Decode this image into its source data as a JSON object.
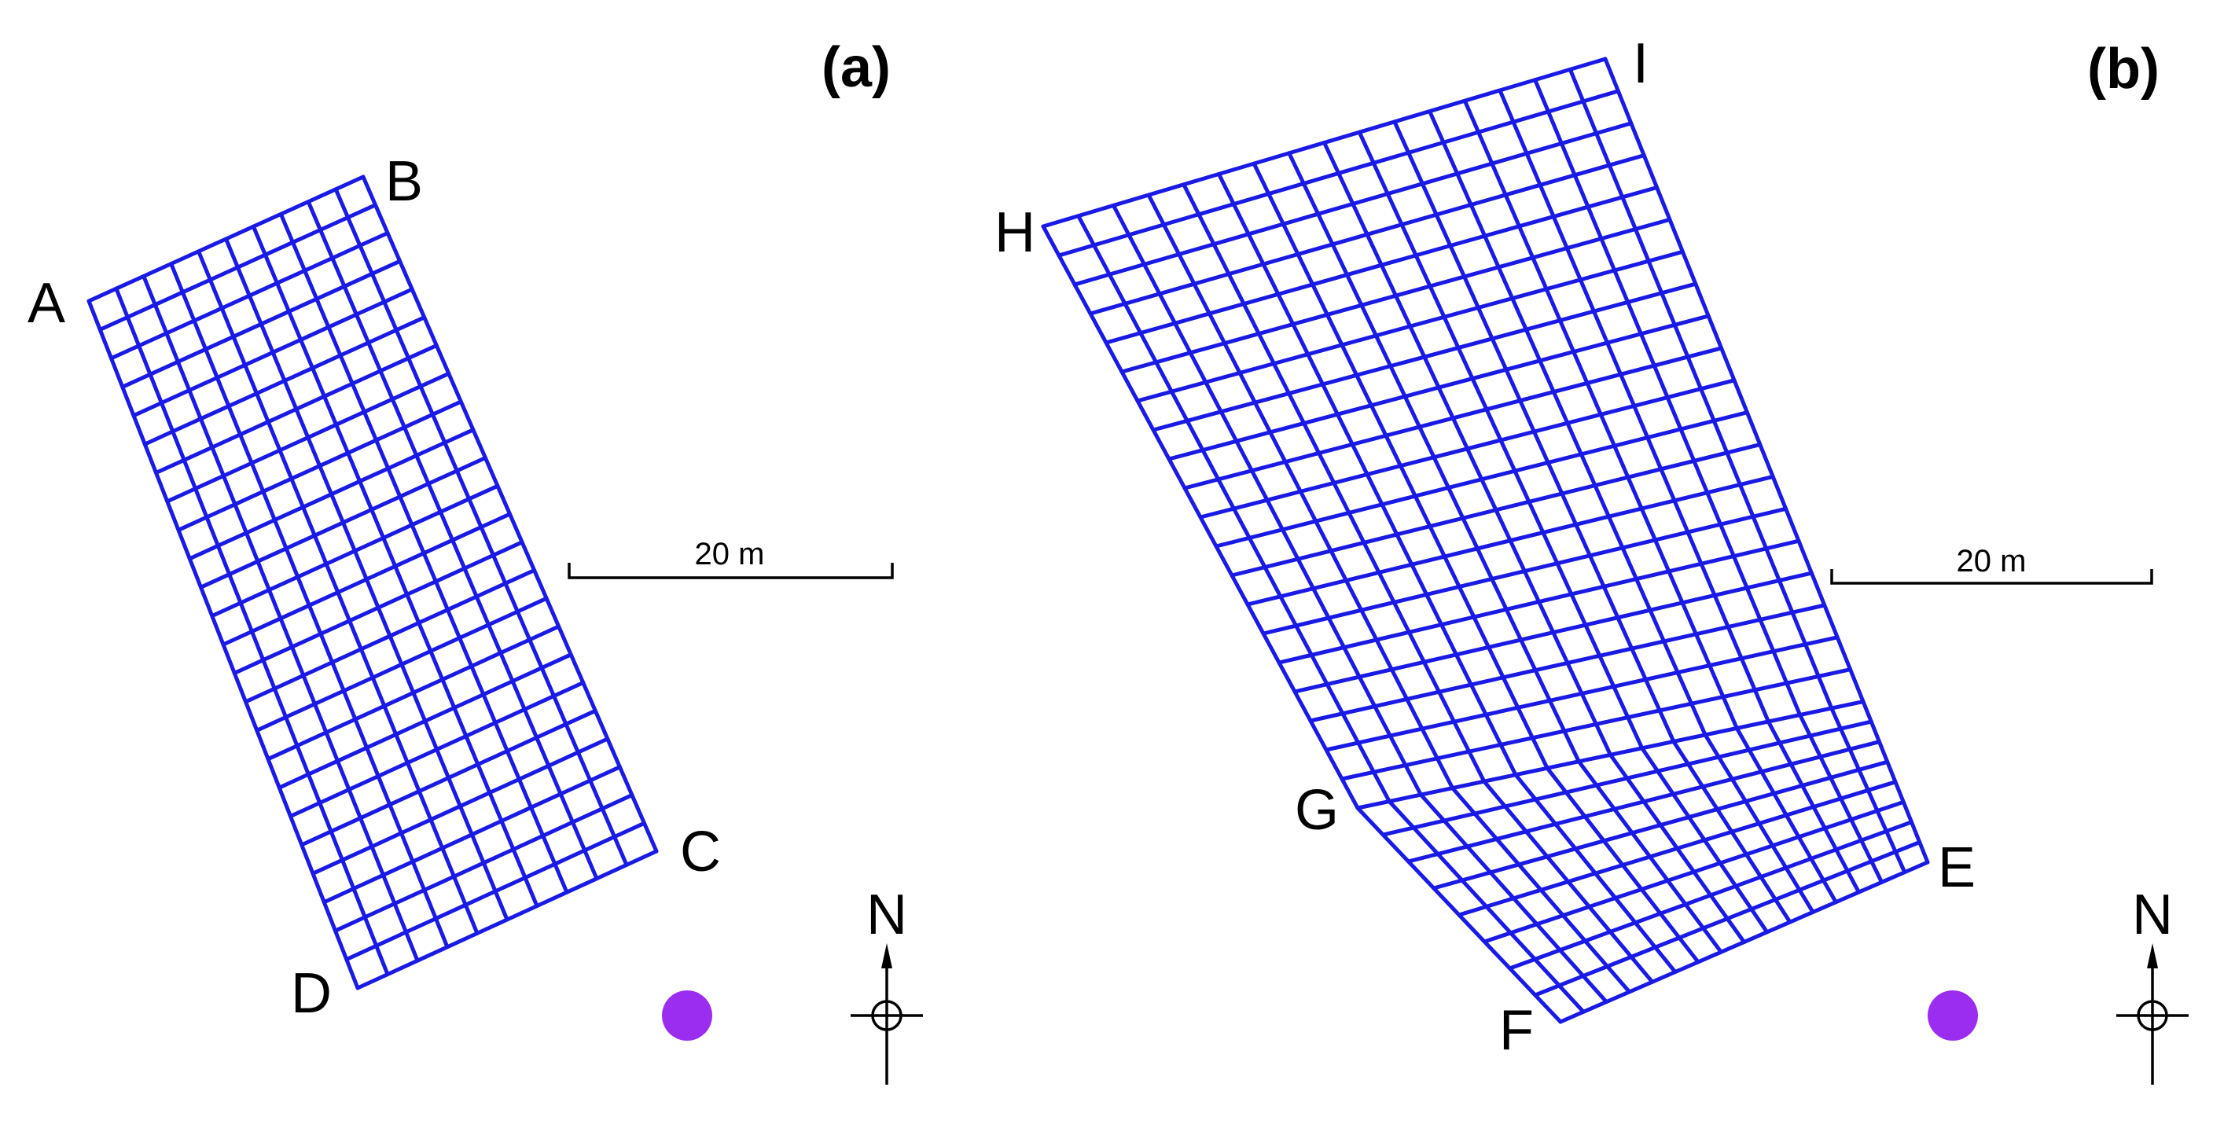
{
  "panels": [
    {
      "id": "a",
      "label": "(a)",
      "corners": {
        "A": "A",
        "B": "B",
        "C": "C",
        "D": "D"
      },
      "grid": {
        "cols": 10,
        "rows": 24
      },
      "scale_bar": "20 m",
      "north": "N",
      "marker_color": "#9b2df0"
    },
    {
      "id": "b",
      "label": "(b)",
      "corners": {
        "E": "E",
        "F": "F",
        "G": "G",
        "H": "H",
        "I": "I"
      },
      "grid": {
        "cols": 16,
        "rows": 28
      },
      "scale_bar": "20 m",
      "north": "N",
      "marker_color": "#9b2df0"
    }
  ],
  "colors": {
    "grid": "#1a1ae6"
  }
}
